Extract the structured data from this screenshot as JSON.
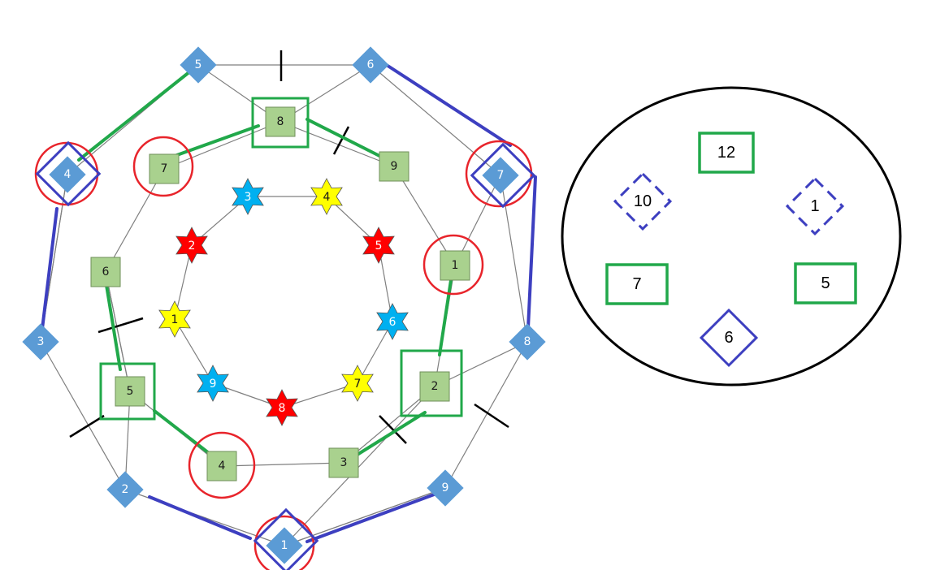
{
  "colors": {
    "diamond_fill": "#5B9BD5",
    "square_fill": "#A9D18E",
    "square_stroke": "#6F8F5A",
    "star_red": "#FF0000",
    "star_blue": "#00B0F0",
    "star_yellow": "#FFFF00",
    "highlight_red": "#E8242B",
    "highlight_green": "#21A84A",
    "highlight_blue": "#3D3FC0",
    "edge_gray": "#7F7F7F",
    "tick_black": "#000000",
    "ellipse_stroke": "#000000"
  },
  "outer_ring": {
    "nodes": [
      "5",
      "6",
      "7",
      "8",
      "9",
      "1",
      "2",
      "3",
      "4"
    ]
  },
  "middle_ring": {
    "nodes": [
      "8",
      "9",
      "1",
      "2",
      "3",
      "4",
      "5",
      "6",
      "7"
    ]
  },
  "inner_ring": {
    "nodes": [
      {
        "label": "3",
        "color": "blue"
      },
      {
        "label": "4",
        "color": "yellow"
      },
      {
        "label": "5",
        "color": "red"
      },
      {
        "label": "6",
        "color": "blue"
      },
      {
        "label": "7",
        "color": "yellow"
      },
      {
        "label": "8",
        "color": "red"
      },
      {
        "label": "9",
        "color": "blue"
      },
      {
        "label": "1",
        "color": "yellow"
      },
      {
        "label": "2",
        "color": "red"
      }
    ]
  },
  "legend": {
    "items": [
      {
        "label": "12",
        "shape": "green-square"
      },
      {
        "label": "10",
        "shape": "blue-diamond-dashed"
      },
      {
        "label": "1",
        "shape": "blue-diamond-dashed"
      },
      {
        "label": "7",
        "shape": "green-square"
      },
      {
        "label": "5",
        "shape": "green-square"
      },
      {
        "label": "6",
        "shape": "blue-diamond"
      }
    ]
  }
}
